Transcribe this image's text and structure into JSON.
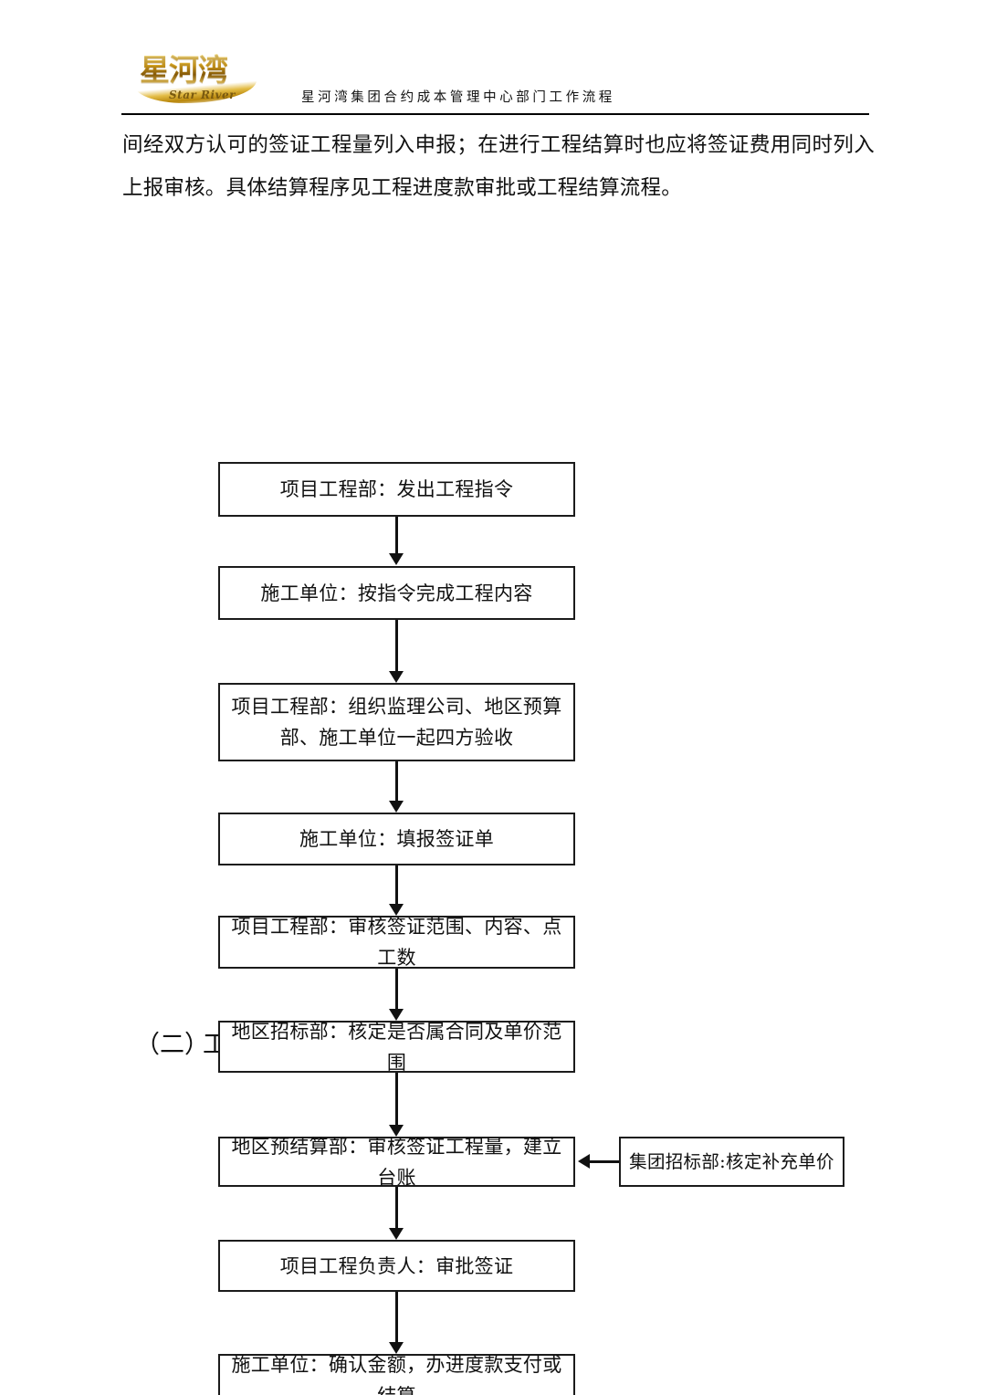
{
  "header": {
    "logo_cn": "星河湾",
    "logo_en": "Star River",
    "title": "星河湾集团合约成本管理中心部门工作流程"
  },
  "body": {
    "paragraph": "间经双方认可的签证工程量列入申报；在进行工程结算时也应将签证费用同时列入上报审核。具体结算程序见工程进度款审批或工程结算流程。"
  },
  "margin_notes": {
    "section_number": "（二）",
    "occluded_text": "工"
  },
  "flowchart": {
    "type": "flowchart",
    "orientation": "top-to-bottom",
    "nodes": [
      {
        "id": "n1",
        "label": "项目工程部：发出工程指令"
      },
      {
        "id": "n2",
        "label": "施工单位：按指令完成工程内容"
      },
      {
        "id": "n3",
        "label": "项目工程部：组织监理公司、地区预算部、施工单位一起四方验收"
      },
      {
        "id": "n4",
        "label": "施工单位：填报签证单"
      },
      {
        "id": "n5",
        "label": "项目工程部：审核签证范围、内容、点工数"
      },
      {
        "id": "n6",
        "label": "地区招标部：核定是否属合同及单价范围"
      },
      {
        "id": "n7",
        "label": "地区预结算部：审核签证工程量，建立台账"
      },
      {
        "id": "n8",
        "label": "集团招标部:核定补充单价"
      },
      {
        "id": "n9",
        "label": "项目工程负责人：审批签证"
      },
      {
        "id": "n10",
        "label": "施工单位：确认金额，办进度款支付或结算"
      }
    ],
    "edges": [
      {
        "from": "n1",
        "to": "n2",
        "direction": "down"
      },
      {
        "from": "n2",
        "to": "n3",
        "direction": "down"
      },
      {
        "from": "n3",
        "to": "n4",
        "direction": "down"
      },
      {
        "from": "n4",
        "to": "n5",
        "direction": "down"
      },
      {
        "from": "n5",
        "to": "n6",
        "direction": "down"
      },
      {
        "from": "n6",
        "to": "n7",
        "direction": "down"
      },
      {
        "from": "n8",
        "to": "n7",
        "direction": "left"
      },
      {
        "from": "n7",
        "to": "n9",
        "direction": "down"
      },
      {
        "from": "n9",
        "to": "n10",
        "direction": "down"
      }
    ]
  },
  "colors": {
    "border": "#1b1b1b",
    "text": "#111111",
    "logo_gold": "#d8a520",
    "page_background": "#ffffff"
  }
}
